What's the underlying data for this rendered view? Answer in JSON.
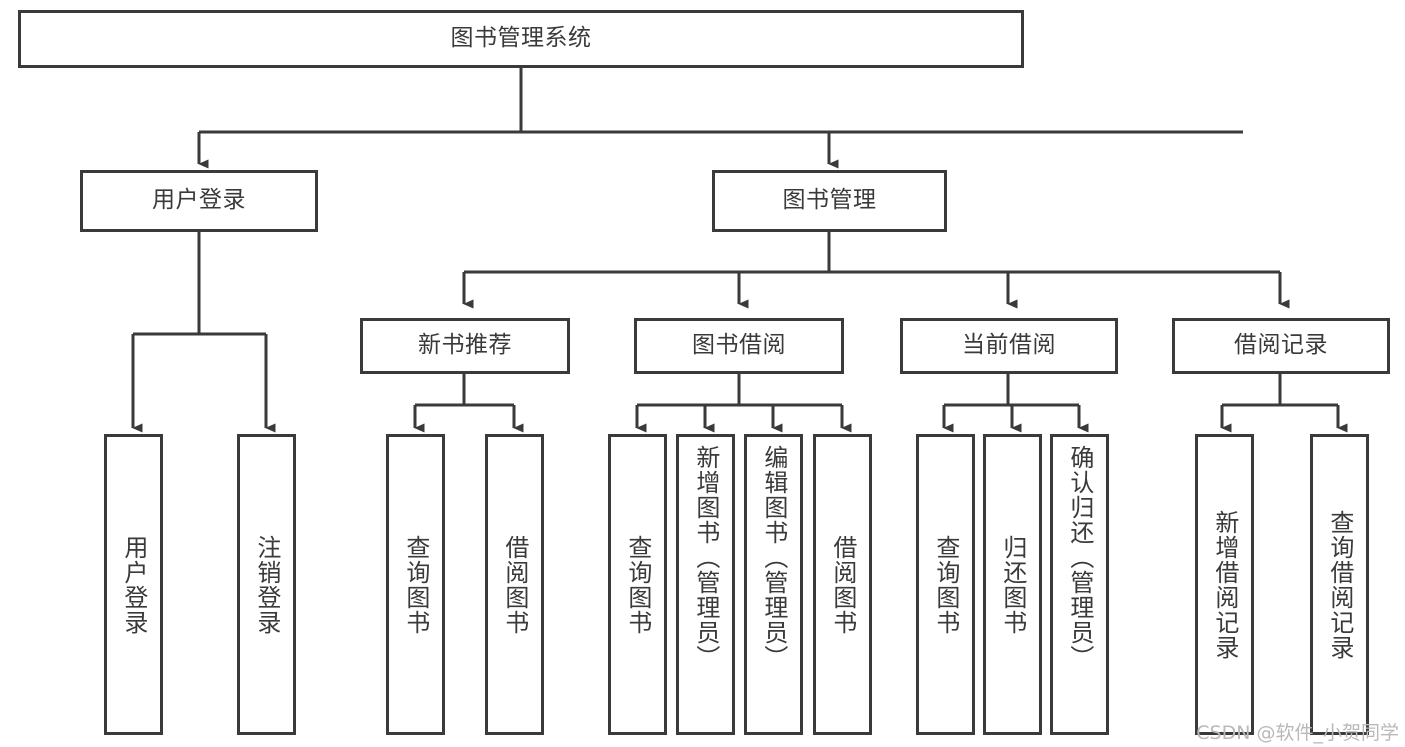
{
  "diagram": {
    "title": "图书管理系统",
    "type": "tree-hierarchy-diagram",
    "watermark": "CSDN @软件_小贺同学",
    "colors": {
      "stroke": "#3a3a3a",
      "fill": "#ffffff",
      "background": "#ffffff",
      "watermark": "#b9b9b9"
    },
    "nodes": {
      "root": {
        "label": "图书管理系统"
      },
      "level1": [
        {
          "label": "用户登录"
        },
        {
          "label": "图书管理"
        }
      ],
      "level2": [
        {
          "label": "新书推荐"
        },
        {
          "label": "图书借阅"
        },
        {
          "label": "当前借阅"
        },
        {
          "label": "借阅记录"
        }
      ],
      "leaves": {
        "user_login": [
          {
            "label": "用户登录"
          },
          {
            "label": "注销登录"
          }
        ],
        "new_book_recommend": [
          {
            "label": "查询图书"
          },
          {
            "label": "借阅图书"
          }
        ],
        "book_borrow": [
          {
            "label": "查询图书"
          },
          {
            "label": "新增图书（管理员）"
          },
          {
            "label": "编辑图书（管理员）"
          },
          {
            "label": "借阅图书"
          }
        ],
        "current_borrow": [
          {
            "label": "查询图书"
          },
          {
            "label": "归还图书"
          },
          {
            "label": "确认归还（管理员）"
          }
        ],
        "borrow_record": [
          {
            "label": "新增借阅记录"
          },
          {
            "label": "查询借阅记录"
          }
        ]
      }
    }
  }
}
